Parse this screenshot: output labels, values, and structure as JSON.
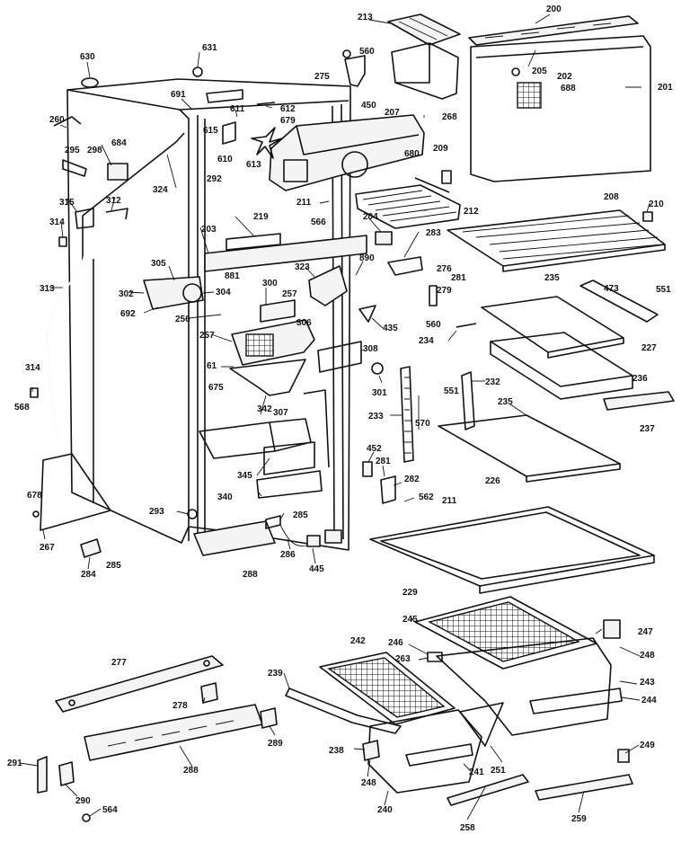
{
  "labels": [
    "630",
    "631",
    "213",
    "200",
    "560",
    "275",
    "205",
    "202",
    "688",
    "201",
    "691",
    "611",
    "612",
    "679",
    "450",
    "268",
    "260",
    "298",
    "615",
    "684",
    "610",
    "613",
    "207",
    "209",
    "680",
    "295",
    "324",
    "292",
    "211",
    "566",
    "212",
    "208",
    "210",
    "315",
    "312",
    "219",
    "203",
    "204",
    "314",
    "283",
    "890",
    "276",
    "281",
    "313",
    "305",
    "881",
    "323",
    "302",
    "304",
    "300",
    "257",
    "235",
    "473",
    "551",
    "692",
    "256",
    "306",
    "279",
    "435",
    "234",
    "227",
    "257",
    "308",
    "560",
    "61",
    "675",
    "301",
    "342",
    "307",
    "551",
    "232",
    "236",
    "314",
    "568",
    "233",
    "235",
    "237",
    "570",
    "345",
    "452",
    "281",
    "226",
    "340",
    "282",
    "678",
    "293",
    "285",
    "562",
    "211",
    "267",
    "286",
    "284",
    "285",
    "288",
    "445",
    "229",
    "245",
    "277",
    "242",
    "247",
    "246",
    "263",
    "248",
    "239",
    "278",
    "243",
    "244",
    "289",
    "238",
    "249",
    "291",
    "288",
    "248",
    "241",
    "251",
    "290",
    "240",
    "564",
    "258",
    "259"
  ]
}
